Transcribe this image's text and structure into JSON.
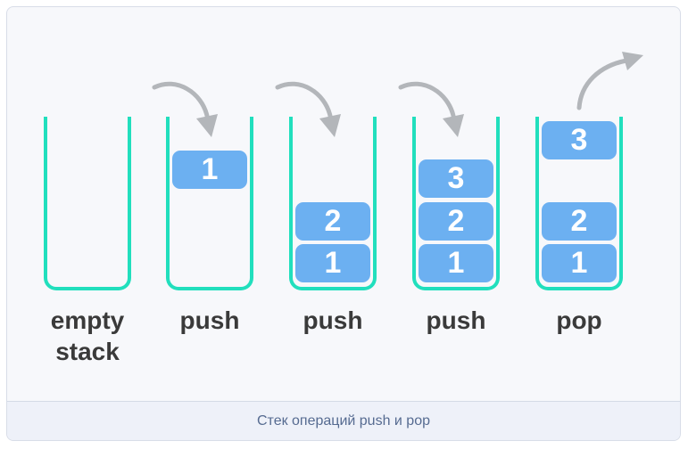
{
  "card": {
    "caption": "Стек операций push и pop"
  },
  "colors": {
    "card_bg": "#f7f8fb",
    "card_border": "#d8dde8",
    "caption_bg": "#eef1f9",
    "caption_text": "#566b91",
    "container_teal": "#21dfbd",
    "block_blue": "#6cb0f1",
    "arrow_gray": "#b3b6ba",
    "label_text": "#3a3a3a",
    "block_number_text": "#ffffff"
  },
  "diagram": {
    "stacks": [
      {
        "id": "empty",
        "label": "empty stack",
        "operation": null,
        "blocks": []
      },
      {
        "id": "push-1",
        "label": "push",
        "operation": "push",
        "blocks": [
          {
            "value": "1",
            "slot": "falling-high"
          }
        ]
      },
      {
        "id": "push-2",
        "label": "push",
        "operation": "push",
        "blocks": [
          {
            "value": "2",
            "slot": "level-1"
          },
          {
            "value": "1",
            "slot": "level-0"
          }
        ]
      },
      {
        "id": "push-3",
        "label": "push",
        "operation": "push",
        "blocks": [
          {
            "value": "3",
            "slot": "falling-low"
          },
          {
            "value": "2",
            "slot": "level-1"
          },
          {
            "value": "1",
            "slot": "level-0"
          }
        ]
      },
      {
        "id": "pop",
        "label": "pop",
        "operation": "pop",
        "blocks": [
          {
            "value": "3",
            "slot": "popping"
          },
          {
            "value": "2",
            "slot": "level-1"
          },
          {
            "value": "1",
            "slot": "level-0"
          }
        ]
      }
    ]
  }
}
